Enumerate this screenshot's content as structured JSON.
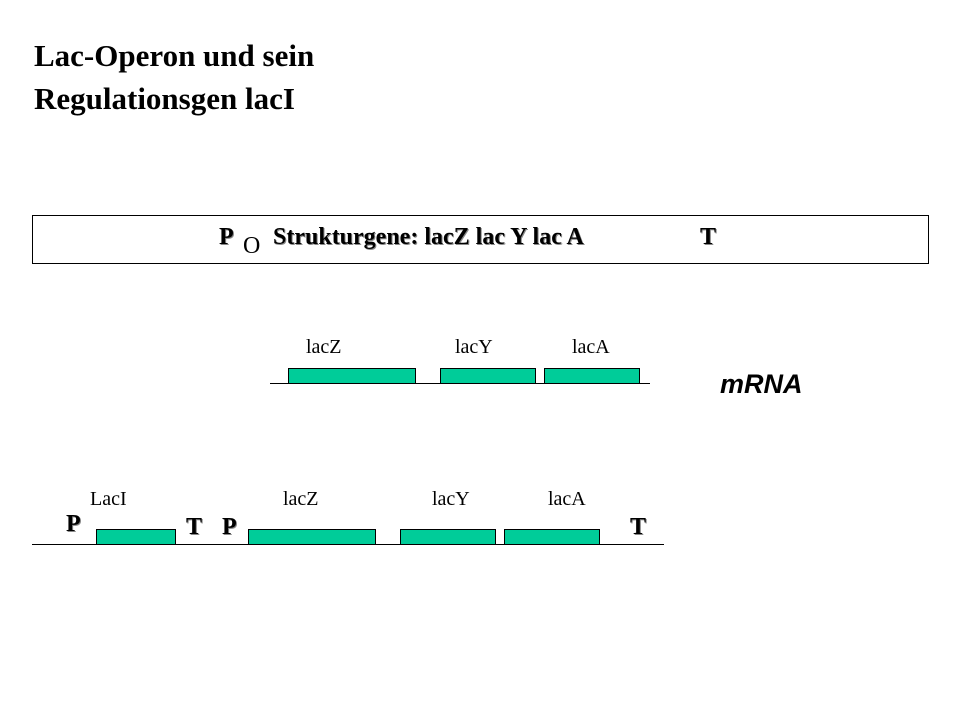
{
  "title": {
    "line1": "Lac-Operon und sein",
    "line2": "Regulationsgen lacI"
  },
  "operon": {
    "promoter": "P",
    "operator": "O",
    "structural_genes": "Strukturgene: lacZ  lac Y  lac A",
    "terminator": "T"
  },
  "mrna_diagram": {
    "genes": [
      "lacZ",
      "lacY",
      "lacA"
    ],
    "label": "mRNA"
  },
  "dna_diagram": {
    "genes": [
      "LacI",
      "lacZ",
      "lacY",
      "lacA"
    ],
    "promoter_1": "P",
    "terminator_1": "T",
    "promoter_2": "P",
    "terminator_2": "T"
  },
  "colors": {
    "gene_fill": "#00cc99",
    "line": "#000000",
    "background": "#ffffff"
  }
}
